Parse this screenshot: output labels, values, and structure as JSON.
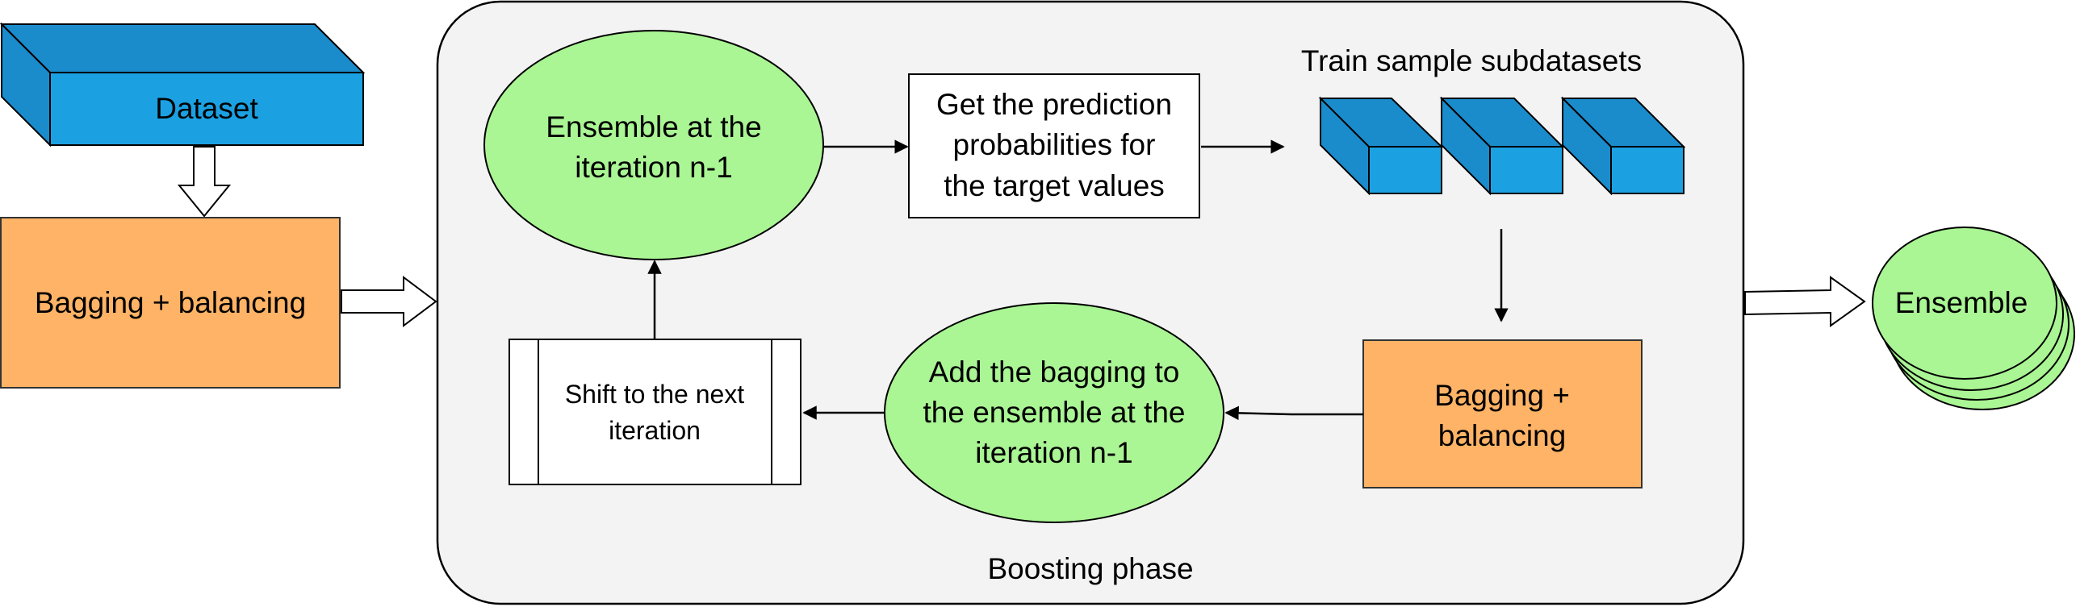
{
  "colors": {
    "dataset_blue": "#1ba1e2",
    "dataset_blue_dark": "#1a8ccc",
    "orange": "#ffb366",
    "orange_border": "#333333",
    "green": "#aaf594",
    "panel_bg": "#f3f3f3",
    "stroke": "#000000"
  },
  "dataset": {
    "label": "Dataset"
  },
  "bagging_left": {
    "label": "Bagging + balancing"
  },
  "boosting": {
    "phase_label": "Boosting phase",
    "ensemble_prev": {
      "line1": "Ensemble at the",
      "line2": "iteration n-1"
    },
    "get_probs": {
      "line1": "Get the prediction",
      "line2": "probabilities for",
      "line3": "the target values"
    },
    "train_samples": {
      "label": "Train sample subdatasets"
    },
    "bagging_right": {
      "line1": "Bagging +",
      "line2": "balancing"
    },
    "add_bagging": {
      "line1": "Add the bagging to",
      "line2": "the ensemble at the",
      "line3": "iteration n-1"
    },
    "shift": {
      "line1": "Shift to the next",
      "line2": "iteration"
    }
  },
  "ensemble_out": {
    "label": "Ensemble"
  }
}
